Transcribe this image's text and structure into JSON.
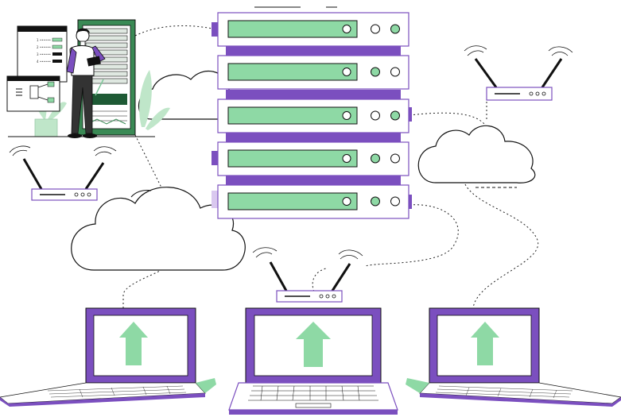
{
  "illustration": {
    "colors": {
      "accent": "#7b4fbf",
      "accent_light": "#d9c8ef",
      "screen_green": "#8ed9a5",
      "leaf_green": "#bfe6c9",
      "ink": "#111111",
      "rack_green": "#3a8a55"
    },
    "icons": {
      "server": "server-stack-icon",
      "router": "wifi-router-icon",
      "cloud": "cloud-icon",
      "laptop": "laptop-icon",
      "upload": "upload-arrow-icon",
      "person": "technician-icon"
    }
  },
  "dashboard": {
    "rows": [
      {
        "label": "1 ••••••"
      },
      {
        "label": "2 ••••••"
      },
      {
        "label": "3 ••••••"
      },
      {
        "label": "4 ••••••"
      }
    ]
  }
}
